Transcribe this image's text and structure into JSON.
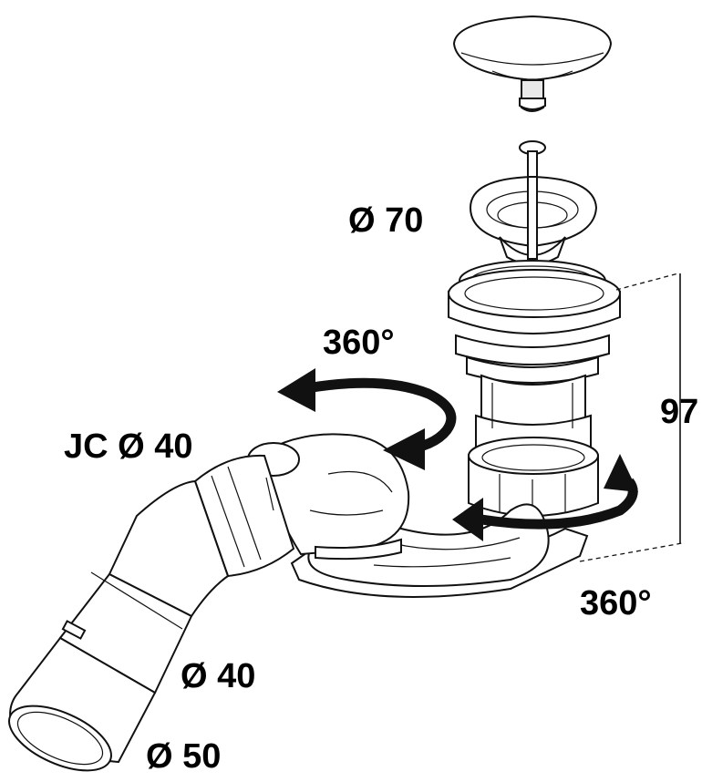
{
  "labels": {
    "drain_diameter": "Ø 70",
    "rotation_top": "360°",
    "connector": "JC Ø 40",
    "height": "97",
    "rotation_bottom": "360°",
    "outlet_inner": "Ø 40",
    "outlet_outer": "Ø 50"
  }
}
